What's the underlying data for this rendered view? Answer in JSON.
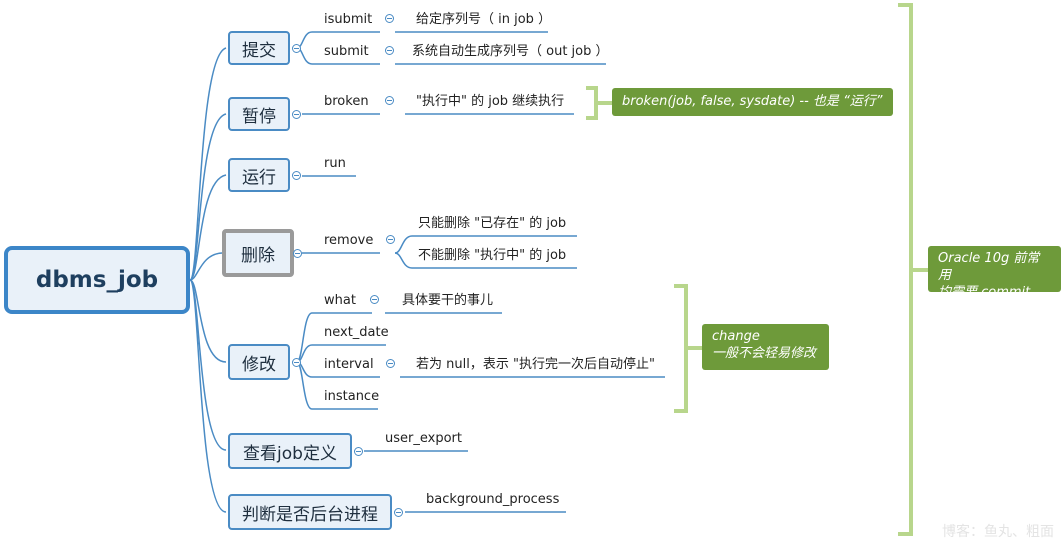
{
  "root": {
    "label": "dbms_job"
  },
  "branches": [
    {
      "label": "提交",
      "children": [
        {
          "label": "isubmit",
          "detail": "给定序列号（ in job ）"
        },
        {
          "label": "submit",
          "detail": "系统自动生成序列号（ out job ）"
        }
      ]
    },
    {
      "label": "暂停",
      "children": [
        {
          "label": "broken",
          "detail": "\"执行中\" 的 job 继续执行"
        }
      ]
    },
    {
      "label": "运行",
      "children": [
        {
          "label": "run"
        }
      ]
    },
    {
      "label": "删除",
      "children": [
        {
          "label": "remove",
          "details": [
            "只能删除 \"已存在\" 的 job",
            "不能删除 \"执行中\" 的 job"
          ]
        }
      ]
    },
    {
      "label": "修改",
      "children": [
        {
          "label": "what",
          "detail": "具体要干的事儿"
        },
        {
          "label": "next_date"
        },
        {
          "label": "interval",
          "detail": "若为 null，表示 \"执行完一次后自动停止\""
        },
        {
          "label": "instance"
        }
      ]
    },
    {
      "label": "查看job定义",
      "children": [
        {
          "label": "user_export"
        }
      ]
    },
    {
      "label": "判断是否后台进程",
      "children": [
        {
          "label": "background_process"
        }
      ]
    }
  ],
  "notes": {
    "broken": "broken(job, false, sysdate) -- 也是 “运行”",
    "change_line1": "change",
    "change_line2": "一般不会轻易修改",
    "oracle_line1": "Oracle 10g 前常用",
    "oracle_line2": "均需要 commit"
  },
  "watermark": "博客：鱼丸、粗面",
  "colors": {
    "node_border": "#4a8bc4",
    "note_bg": "#6e9a3a",
    "bracket": "#b8d68c"
  }
}
